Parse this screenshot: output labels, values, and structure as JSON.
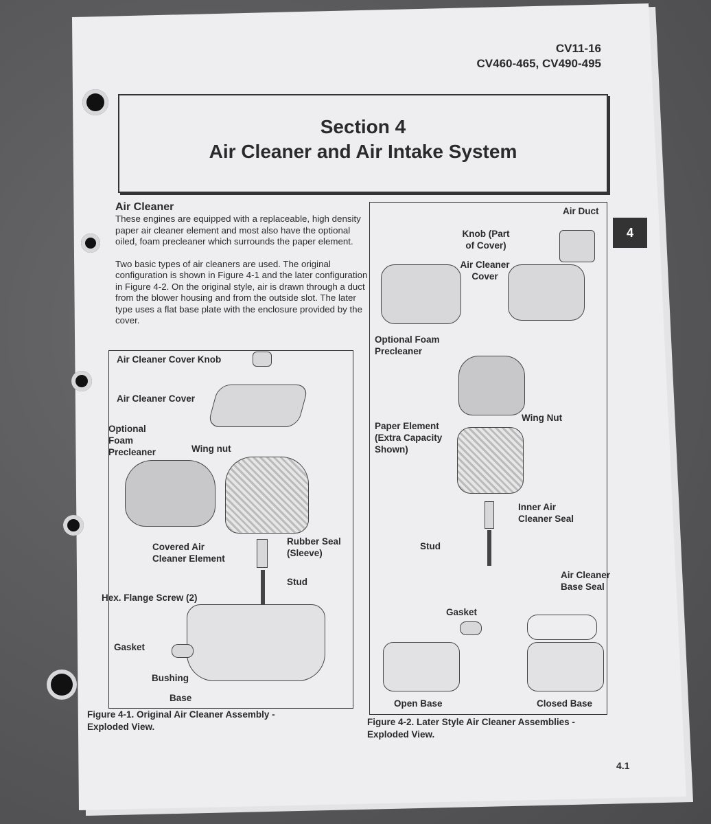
{
  "header": {
    "model_line1": "CV11-16",
    "model_line2": "CV460-465, CV490-495"
  },
  "title": {
    "section": "Section 4",
    "name": "Air Cleaner and Air Intake System"
  },
  "section_tab": "4",
  "air_cleaner": {
    "heading": "Air Cleaner",
    "para1": "These engines are equipped with a replaceable, high density paper air cleaner element and most also have the optional oiled, foam precleaner which surrounds the paper element.",
    "para2": "Two basic types of air cleaners are used. The original configuration is shown in Figure 4-1 and the later configuration in Figure 4-2. On the original style, air is drawn through a duct from the blower housing and from the outside slot. The later type uses a flat base plate with the enclosure provided by the cover."
  },
  "figure1": {
    "labels": {
      "knob": "Air Cleaner Cover Knob",
      "cover": "Air Cleaner Cover",
      "precleaner": "Optional Foam Precleaner",
      "wing_nut": "Wing nut",
      "element": "Covered Air Cleaner Element",
      "rubber_seal": "Rubber Seal (Sleeve)",
      "stud": "Stud",
      "screw": "Hex. Flange Screw (2)",
      "gasket": "Gasket",
      "bushing": "Bushing",
      "base": "Base"
    },
    "caption": "Figure 4-1. Original Air Cleaner Assembly - Exploded View."
  },
  "figure2": {
    "labels": {
      "air_duct": "Air Duct",
      "knob": "Knob (Part of Cover)",
      "cover": "Air Cleaner Cover",
      "precleaner": "Optional Foam Precleaner",
      "wing_nut": "Wing Nut",
      "element": "Paper Element (Extra Capacity Shown)",
      "inner_seal": "Inner Air Cleaner Seal",
      "stud": "Stud",
      "base_seal": "Air Cleaner Base Seal",
      "gasket": "Gasket",
      "open_base": "Open Base",
      "closed_base": "Closed Base"
    },
    "caption": "Figure 4-2. Later Style Air Cleaner Assemblies - Exploded View."
  },
  "page_number": "4.1"
}
